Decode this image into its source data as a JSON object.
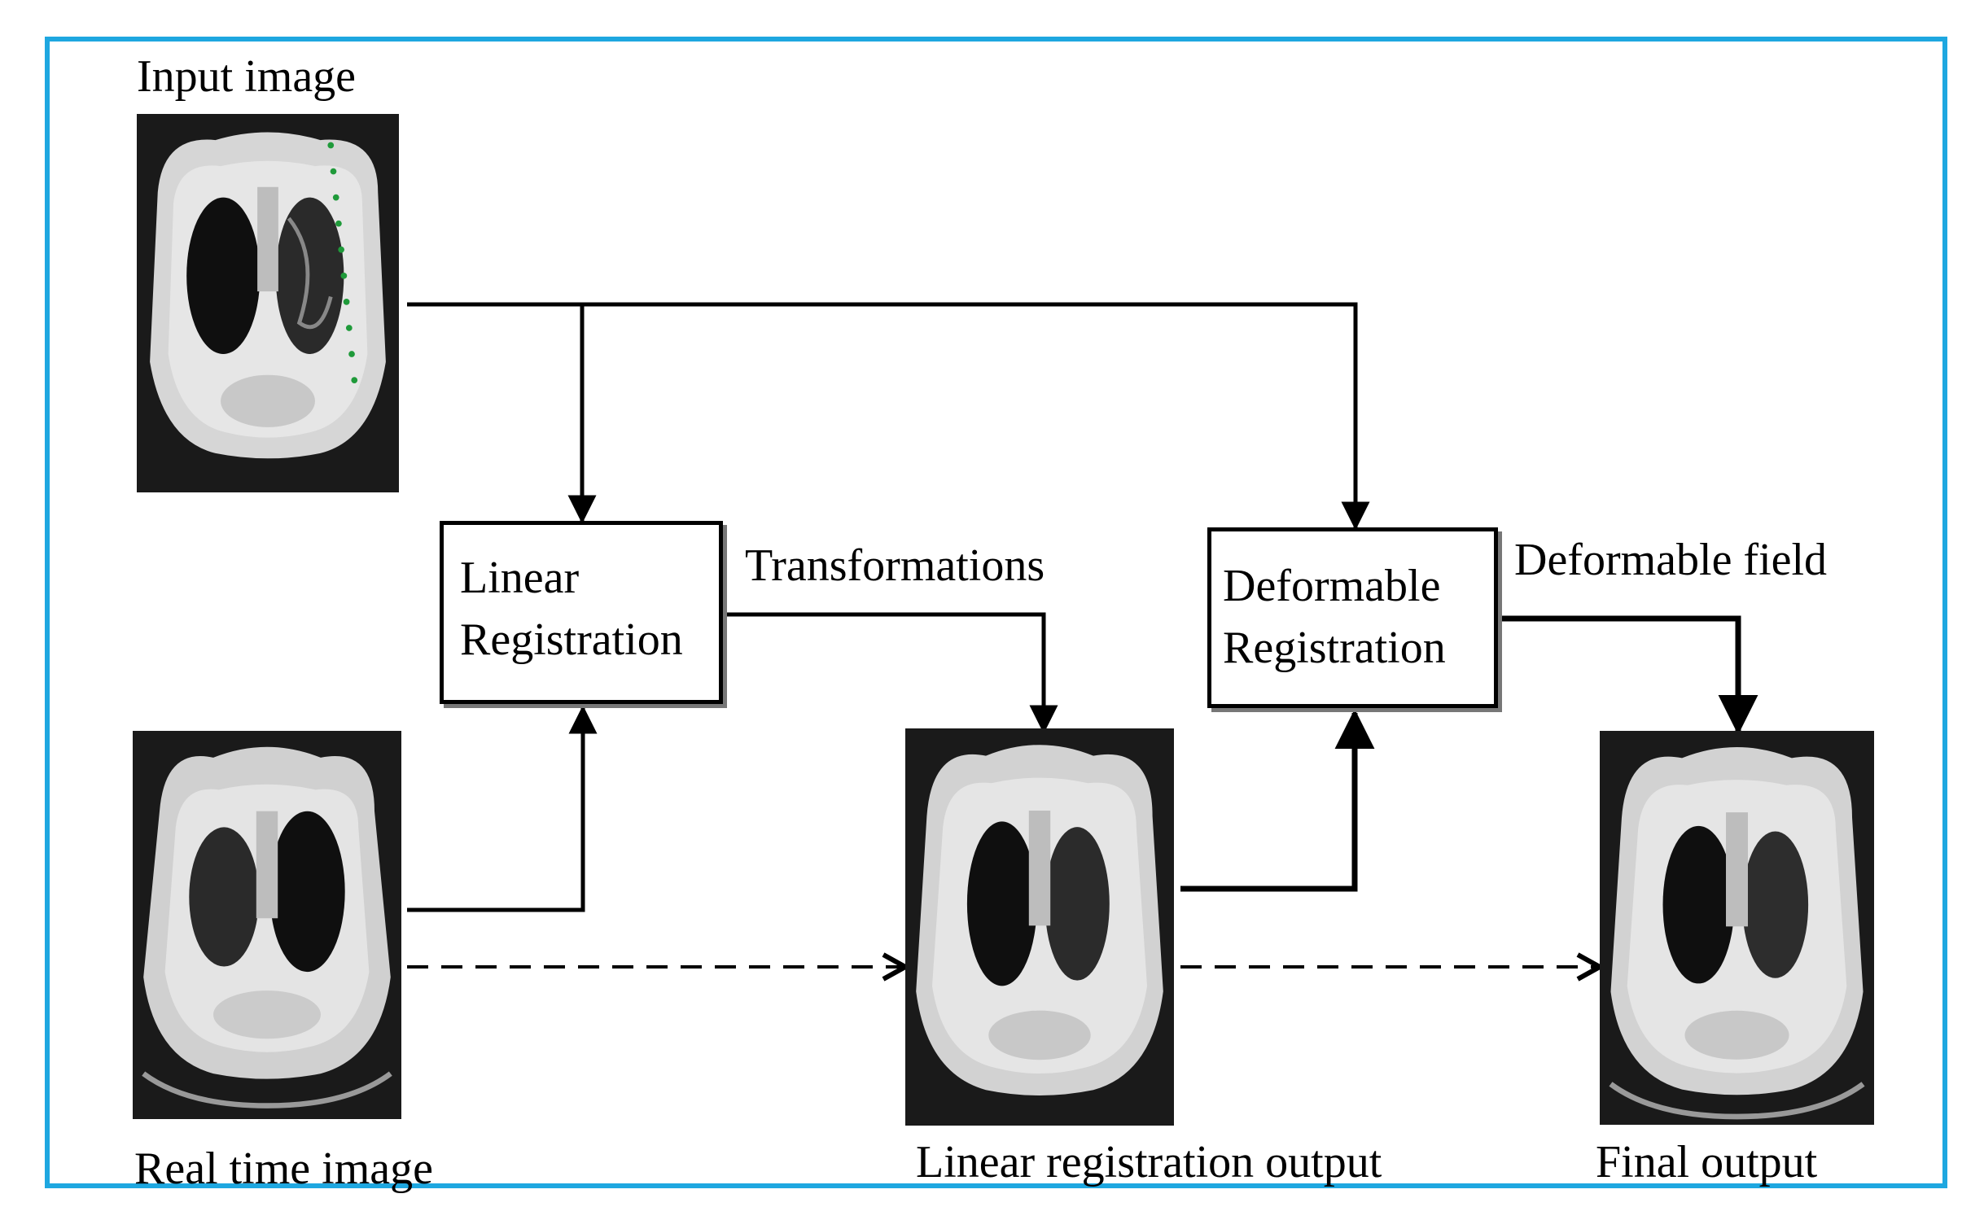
{
  "labels": {
    "input_image": "Input image",
    "real_time_image": "Real time image",
    "linear_registration_output": "Linear registration output",
    "final_output": "Final output",
    "transformations": "Transformations",
    "deformable_field": "Deformable field"
  },
  "boxes": {
    "linear_registration": {
      "line1": "Linear",
      "line2": "Registration"
    },
    "deformable_registration": {
      "line1": "Deformable",
      "line2": "Registration"
    }
  },
  "colors": {
    "frame_border": "#1ea7e0",
    "scan_background": "#1a1a1a",
    "annotation_dots": "#1f9a3a"
  },
  "icons": {
    "scans": [
      "ct-chest-scan-icon",
      "ct-chest-scan-icon",
      "ct-chest-scan-icon",
      "ct-chest-scan-icon"
    ]
  }
}
